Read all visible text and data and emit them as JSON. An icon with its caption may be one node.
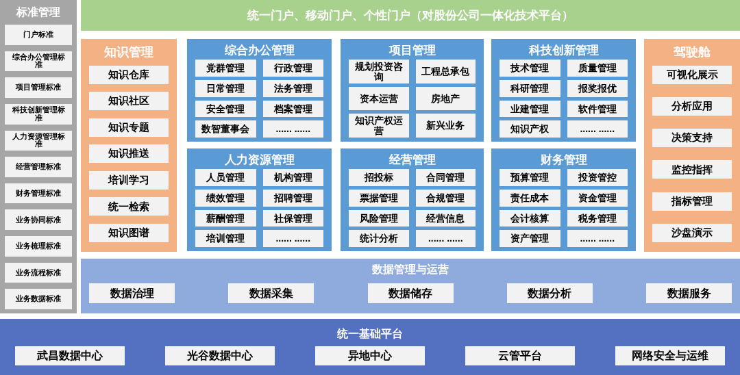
{
  "diagram": {
    "nodes": [
      {
        "text": [
          "标准管理"
        ]
      },
      {
        "text": [
          "门户标准"
        ],
        "in": 0
      },
      {
        "text": [
          "综合办公管理标准"
        ],
        "in": 0
      },
      {
        "text": [
          "项目管理标准"
        ],
        "in": 0
      },
      {
        "text": [
          "科技创新管理标准"
        ],
        "in": 0
      },
      {
        "text": [
          "人力资源管理标准"
        ],
        "in": 0
      },
      {
        "text": [
          "经营管理标准"
        ],
        "in": 0
      },
      {
        "text": [
          "财务管理标准"
        ],
        "in": 0
      },
      {
        "text": [
          "业务协同标准"
        ],
        "in": 0
      },
      {
        "text": [
          "业务梳理标准"
        ],
        "in": 0
      },
      {
        "text": [
          "业务流程标准"
        ],
        "in": 0
      },
      {
        "text": [
          "业务数据标准"
        ],
        "in": 0
      },
      {
        "text": [
          "统一门户、移动门户、个性门户（对股份公司一体化技术平台）"
        ]
      },
      {
        "text": [
          "知识管理"
        ]
      },
      {
        "text": [
          "知识仓库"
        ],
        "in": 13
      },
      {
        "text": [
          "知识社区"
        ],
        "in": 13
      },
      {
        "text": [
          "知识专题"
        ],
        "in": 13
      },
      {
        "text": [
          "知识推送"
        ],
        "in": 13
      },
      {
        "text": [
          "培训学习"
        ],
        "in": 13
      },
      {
        "text": [
          "统一检索"
        ],
        "in": 13
      },
      {
        "text": [
          "知识图谱"
        ],
        "in": 13
      },
      {
        "text": [
          "综合办公管理"
        ]
      },
      {
        "text": [
          "党群管理"
        ],
        "in": 21
      },
      {
        "text": [
          "行政管理"
        ],
        "in": 21
      },
      {
        "text": [
          "日常管理"
        ],
        "in": 21
      },
      {
        "text": [
          "法务管理"
        ],
        "in": 21
      },
      {
        "text": [
          "安全管理"
        ],
        "in": 21
      },
      {
        "text": [
          "档案管理"
        ],
        "in": 21
      },
      {
        "text": [
          "数智董事会"
        ],
        "in": 21
      },
      {
        "text": [
          "...... ......"
        ],
        "in": 21
      },
      {
        "text": [
          "项目管理"
        ]
      },
      {
        "text": [
          "规划投资咨询"
        ],
        "in": 30
      },
      {
        "text": [
          "工程总承包"
        ],
        "in": 30
      },
      {
        "text": [
          "资本运营"
        ],
        "in": 30
      },
      {
        "text": [
          "房地产"
        ],
        "in": 30
      },
      {
        "text": [
          "知识产权运营"
        ],
        "in": 30
      },
      {
        "text": [
          "新兴业务"
        ],
        "in": 30
      },
      {
        "text": [
          "科技创新管理"
        ]
      },
      {
        "text": [
          "技术管理"
        ],
        "in": 37
      },
      {
        "text": [
          "质量管理"
        ],
        "in": 37
      },
      {
        "text": [
          "科研管理"
        ],
        "in": 37
      },
      {
        "text": [
          "报奖报优"
        ],
        "in": 37
      },
      {
        "text": [
          "业建管理"
        ],
        "in": 37
      },
      {
        "text": [
          "软件管理"
        ],
        "in": 37
      },
      {
        "text": [
          "知识产权"
        ],
        "in": 37
      },
      {
        "text": [
          "...... ......"
        ],
        "in": 37
      },
      {
        "text": [
          "驾驶舱"
        ]
      },
      {
        "text": [
          "可视化展示"
        ],
        "in": 46
      },
      {
        "text": [
          "分析应用"
        ],
        "in": 46
      },
      {
        "text": [
          "决策支持"
        ],
        "in": 46
      },
      {
        "text": [
          "监控指挥"
        ],
        "in": 46
      },
      {
        "text": [
          "指标管理"
        ],
        "in": 46
      },
      {
        "text": [
          "沙盘演示"
        ],
        "in": 46
      },
      {
        "text": [
          "人力资源管理"
        ]
      },
      {
        "text": [
          "人员管理"
        ],
        "in": 53
      },
      {
        "text": [
          "机构管理"
        ],
        "in": 53
      },
      {
        "text": [
          "绩效管理"
        ],
        "in": 53
      },
      {
        "text": [
          "招聘管理"
        ],
        "in": 53
      },
      {
        "text": [
          "薪酬管理"
        ],
        "in": 53
      },
      {
        "text": [
          "社保管理"
        ],
        "in": 53
      },
      {
        "text": [
          "培训管理"
        ],
        "in": 53
      },
      {
        "text": [
          "...... ......"
        ],
        "in": 53
      },
      {
        "text": [
          "经营管理"
        ]
      },
      {
        "text": [
          "招投标"
        ],
        "in": 62
      },
      {
        "text": [
          "合同管理"
        ],
        "in": 62
      },
      {
        "text": [
          "票据管理"
        ],
        "in": 62
      },
      {
        "text": [
          "合规管理"
        ],
        "in": 62
      },
      {
        "text": [
          "风险管理"
        ],
        "in": 62
      },
      {
        "text": [
          "经营信息"
        ],
        "in": 62
      },
      {
        "text": [
          "统计分析"
        ],
        "in": 62
      },
      {
        "text": [
          "...... ......"
        ],
        "in": 62
      },
      {
        "text": [
          "财务管理"
        ]
      },
      {
        "text": [
          "预算管理"
        ],
        "in": 71
      },
      {
        "text": [
          "投资管控"
        ],
        "in": 71
      },
      {
        "text": [
          "责任成本"
        ],
        "in": 71
      },
      {
        "text": [
          "资金管理"
        ],
        "in": 71
      },
      {
        "text": [
          "会计核算"
        ],
        "in": 71
      },
      {
        "text": [
          "税务管理"
        ],
        "in": 71
      },
      {
        "text": [
          "资产管理"
        ],
        "in": 71
      },
      {
        "text": [
          "...... ......"
        ],
        "in": 71
      },
      {
        "text": [
          "数据管理与运营"
        ]
      },
      {
        "text": [
          "数据治理"
        ],
        "in": 80
      },
      {
        "text": [
          "数据采集"
        ],
        "in": 80
      },
      {
        "text": [
          "数据储存"
        ],
        "in": 80
      },
      {
        "text": [
          "数据分析"
        ],
        "in": 80
      },
      {
        "text": [
          "数据服务"
        ],
        "in": 80
      },
      {
        "text": [
          "统一基础平台"
        ]
      },
      {
        "text": [
          "武昌数据中心"
        ],
        "in": 86
      },
      {
        "text": [
          "光谷数据中心"
        ],
        "in": 86
      },
      {
        "text": [
          "异地中心"
        ],
        "in": 86
      },
      {
        "text": [
          "云管平台"
        ],
        "in": 86
      },
      {
        "text": [
          "网络安全与运维"
        ],
        "in": 86
      }
    ],
    "edges": []
  }
}
